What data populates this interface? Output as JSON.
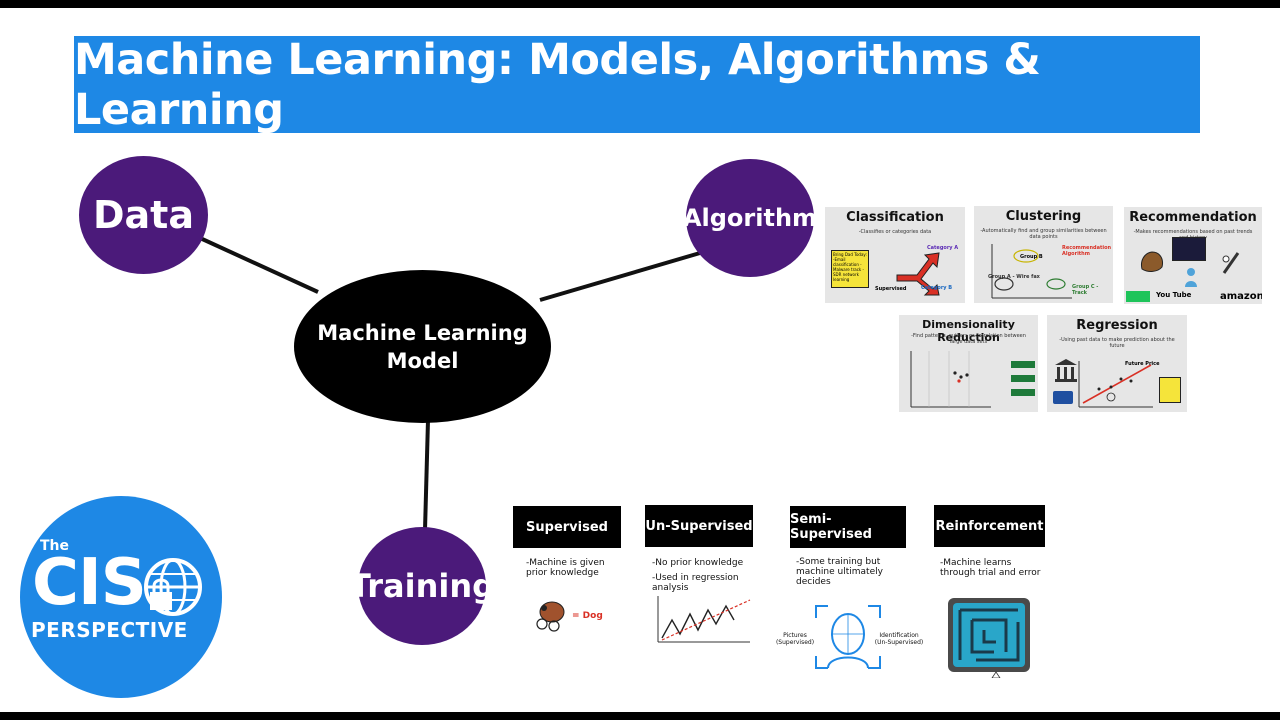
{
  "title": "Machine Learning: Models, Algorithms & Learning",
  "nodes": {
    "data": "Data",
    "algorithm": "Algorithm",
    "training": "Training",
    "model_line1": "Machine Learning",
    "model_line2": "Model"
  },
  "algorithm_cards": {
    "classification": {
      "title": "Classification",
      "subtitle": "-Classifies or categories data",
      "note": "Bring Dad Today: -Email classification -Malware track -SDR network learning",
      "category_a": "Category A",
      "category_b": "Category B",
      "supervised": "Supervised"
    },
    "clustering": {
      "title": "Clustering",
      "subtitle": "-Automatically find and group similarities between data points",
      "group_b": "Group B",
      "group_a": "Group A - Wire fax",
      "group_c": "Group C - Track",
      "recommendation_algorithm": "Recommendation Algorithm"
    },
    "recommendation": {
      "title": "Recommendation",
      "subtitle": "-Makes recommendations based on past trends and history",
      "youtube": "You Tube",
      "amazon": "amazon"
    },
    "dimensionality": {
      "title": "Dimensionality Reduction",
      "subtitle": "-Find patterns, outliers or correlation between large data sets"
    },
    "regression": {
      "title": "Regression",
      "subtitle": "-Using past data to make prediction about the future",
      "future_price": "Future Price"
    }
  },
  "training_types": [
    {
      "label": "Supervised",
      "desc": "-Machine is given prior knowledge",
      "extra": "= Dog"
    },
    {
      "label": "Un-Supervised",
      "desc1": "-No prior knowledge",
      "desc2": "-Used in regression analysis"
    },
    {
      "label": "Semi-Supervised",
      "desc": "-Some training but machine ultimately decides",
      "left_caption": "Pictures (Supervised)",
      "right_caption": "Identification (Un-Supervised)"
    },
    {
      "label": "Reinforcement",
      "desc": "-Machine learns through trial and error"
    }
  ],
  "logo": {
    "the": "The",
    "cis": "CIS",
    "perspective": "PERSPECTIVE"
  },
  "colors": {
    "banner": "#1e88e5",
    "node_purple": "#4b1a7a",
    "model": "#000000",
    "logo": "#1e88e5"
  }
}
